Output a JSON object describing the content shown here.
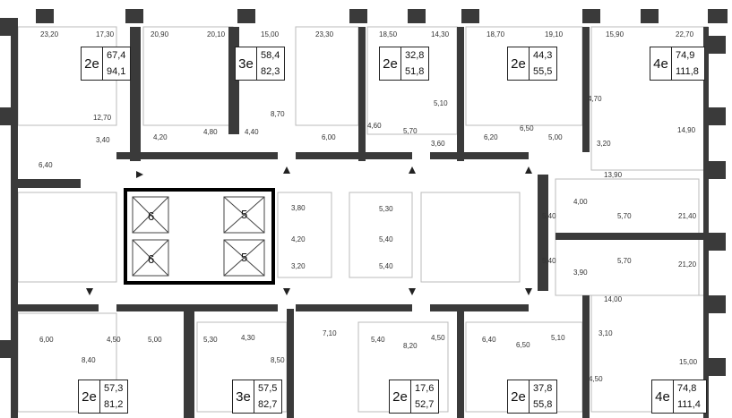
{
  "apartments": [
    {
      "type": "2е",
      "area": "67,4",
      "total": "94,1"
    },
    {
      "type": "3е",
      "area": "58,4",
      "total": "82,3"
    },
    {
      "type": "2е",
      "area": "32,8",
      "total": "51,8"
    },
    {
      "type": "2е",
      "area": "44,3",
      "total": "55,5"
    },
    {
      "type": "4е",
      "area": "74,9",
      "total": "111,8"
    },
    {
      "type": "2е",
      "area": "57,3",
      "total": "81,2"
    },
    {
      "type": "3е",
      "area": "57,5",
      "total": "82,7"
    },
    {
      "type": "2е",
      "area": "17,6",
      "total": "52,7"
    },
    {
      "type": "2е",
      "area": "37,8",
      "total": "55,8"
    },
    {
      "type": "4е",
      "area": "74,8",
      "total": "111,4"
    }
  ],
  "room_areas": [
    "23,20",
    "17,30",
    "20,90",
    "20,10",
    "15,00",
    "23,30",
    "18,50",
    "14,30",
    "18,70",
    "19,10",
    "15,90",
    "22,70",
    "12,70",
    "3,40",
    "4,20",
    "4,80",
    "4,40",
    "8,70",
    "6,00",
    "4,60",
    "5,70",
    "5,10",
    "3,60",
    "6,20",
    "6,50",
    "5,00",
    "4,70",
    "3,20",
    "14,90",
    "6,40",
    "13,90",
    "3,80",
    "4,20",
    "3,20",
    "5,30",
    "5,40",
    "5,40",
    "4,00",
    "5,40",
    "5,70",
    "21,40",
    "5,40",
    "3,90",
    "5,70",
    "21,20",
    "14,00",
    "6,00",
    "4,50",
    "5,00",
    "5,30",
    "4,30",
    "7,10",
    "5,40",
    "8,20",
    "4,50",
    "6,40",
    "6,50",
    "5,10",
    "3,10",
    "8,40",
    "8,50",
    "15,00",
    "4,50"
  ],
  "lifts": [
    "6",
    "5",
    "6",
    "5"
  ]
}
